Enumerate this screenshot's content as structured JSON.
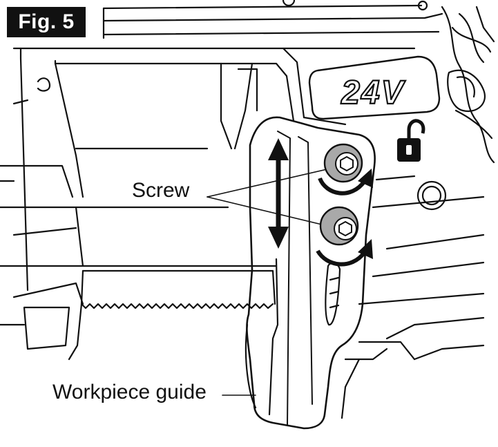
{
  "figure": {
    "label": "Fig. 5"
  },
  "product_badge": {
    "text": "24V",
    "fill": "#ffffff",
    "stroke": "#111111"
  },
  "callouts": {
    "screw": "Screw",
    "workpiece_guide": "Workpiece guide"
  },
  "icons": {
    "unlock": "padlock-open-icon",
    "adjust": "double-vertical-arrow-icon",
    "rotate": "curved-rotation-arrow-icon"
  },
  "colors": {
    "line": "#111111",
    "screw_fill": "#a9a9a9",
    "background": "#ffffff"
  }
}
